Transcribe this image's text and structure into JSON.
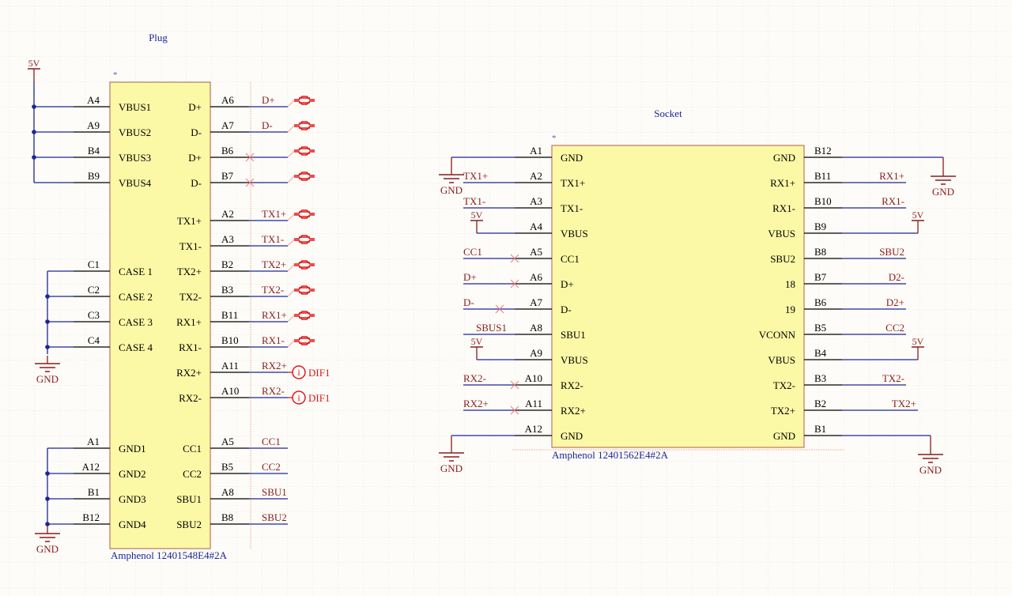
{
  "colors": {
    "background": "#fdfcf8",
    "grid": "#ece9e0",
    "component_fill": "#fcf9a6",
    "component_border": "#b35a4a",
    "pin": "#000000",
    "wire": "#1c2596",
    "net_label": "#8a1c1c",
    "power": "#8a1c1c",
    "title": "#1c2596",
    "no_connect": "#f07878",
    "port": "#e01818"
  },
  "plug": {
    "title": "Plug",
    "designator": "*",
    "part": "Amphenol 12401548E4#2A",
    "left_pins": [
      {
        "num": "A4",
        "name": "VBUS1",
        "net": "5V"
      },
      {
        "num": "A9",
        "name": "VBUS2",
        "net": "5V"
      },
      {
        "num": "B4",
        "name": "VBUS3",
        "net": "5V"
      },
      {
        "num": "B9",
        "name": "VBUS4",
        "net": "5V"
      },
      {
        "num": "C1",
        "name": "CASE 1",
        "net": "GND"
      },
      {
        "num": "C2",
        "name": "CASE 2",
        "net": "GND"
      },
      {
        "num": "C3",
        "name": "CASE 3",
        "net": "GND"
      },
      {
        "num": "C4",
        "name": "CASE 4",
        "net": "GND"
      },
      {
        "num": "A1",
        "name": "GND1",
        "net": "GND"
      },
      {
        "num": "A12",
        "name": "GND2",
        "net": "GND"
      },
      {
        "num": "B1",
        "name": "GND3",
        "net": "GND"
      },
      {
        "num": "B12",
        "name": "GND4",
        "net": "GND"
      }
    ],
    "right_pins": [
      {
        "num": "A6",
        "name": "D+",
        "net": "D+",
        "end": "diffpair",
        "nc": false
      },
      {
        "num": "A7",
        "name": "D-",
        "net": "D-",
        "end": "diffpair",
        "nc": false
      },
      {
        "num": "B6",
        "name": "D+",
        "net": "",
        "end": "diffpair",
        "nc": true
      },
      {
        "num": "B7",
        "name": "D-",
        "net": "",
        "end": "diffpair",
        "nc": true
      },
      {
        "num": "A2",
        "name": "TX1+",
        "net": "TX1+",
        "end": "diffpair",
        "nc": false
      },
      {
        "num": "A3",
        "name": "TX1-",
        "net": "TX1-",
        "end": "diffpair",
        "nc": false
      },
      {
        "num": "B2",
        "name": "TX2+",
        "net": "TX2+",
        "end": "diffpair",
        "nc": false
      },
      {
        "num": "B3",
        "name": "TX2-",
        "net": "TX2-",
        "end": "diffpair",
        "nc": false
      },
      {
        "num": "B11",
        "name": "RX1+",
        "net": "RX1+",
        "end": "diffpair",
        "nc": false
      },
      {
        "num": "B10",
        "name": "RX1-",
        "net": "RX1-",
        "end": "diffpair",
        "nc": false
      },
      {
        "num": "A11",
        "name": "RX2+",
        "net": "RX2+",
        "end": "dif",
        "nc": false
      },
      {
        "num": "A10",
        "name": "RX2-",
        "net": "RX2-",
        "end": "dif",
        "nc": false
      },
      {
        "num": "A5",
        "name": "CC1",
        "net": "CC1",
        "end": "none",
        "nc": false
      },
      {
        "num": "B5",
        "name": "CC2",
        "net": "CC2",
        "end": "none",
        "nc": false
      },
      {
        "num": "A8",
        "name": "SBU1",
        "net": "SBU1",
        "end": "none",
        "nc": false
      },
      {
        "num": "B8",
        "name": "SBU2",
        "net": "SBU2",
        "end": "none",
        "nc": false
      }
    ],
    "dif_label": "DIF1",
    "dif_icon_glyph": "i",
    "power_5v": "5V",
    "gnd_label": "GND"
  },
  "socket": {
    "title": "Socket",
    "designator": "*",
    "part": "Amphenol 12401562E4#2A",
    "left_pins": [
      {
        "num": "A1",
        "name": "GND",
        "net": "GND",
        "type": "gnd",
        "nc": false
      },
      {
        "num": "A2",
        "name": "TX1+",
        "net": "TX1+",
        "type": "net",
        "nc": false
      },
      {
        "num": "A3",
        "name": "TX1-",
        "net": "TX1-",
        "type": "net",
        "nc": false
      },
      {
        "num": "A4",
        "name": "VBUS",
        "net": "5V",
        "type": "pwr",
        "nc": false
      },
      {
        "num": "A5",
        "name": "CC1",
        "net": "CC1",
        "type": "net",
        "nc": true
      },
      {
        "num": "A6",
        "name": "D+",
        "net": "D+",
        "type": "net",
        "nc": true
      },
      {
        "num": "A7",
        "name": "D-",
        "net": "D-",
        "type": "net",
        "nc": true
      },
      {
        "num": "A8",
        "name": "SBU1",
        "net": "SBUS1",
        "type": "net",
        "nc": false
      },
      {
        "num": "A9",
        "name": "VBUS",
        "net": "5V",
        "type": "pwr",
        "nc": false
      },
      {
        "num": "A10",
        "name": "RX2-",
        "net": "RX2-",
        "type": "net",
        "nc": true
      },
      {
        "num": "A11",
        "name": "RX2+",
        "net": "RX2+",
        "type": "net",
        "nc": true
      },
      {
        "num": "A12",
        "name": "GND",
        "net": "GND",
        "type": "gnd",
        "nc": false
      }
    ],
    "right_pins": [
      {
        "num": "B12",
        "name": "GND",
        "net": "GND",
        "type": "gnd"
      },
      {
        "num": "B11",
        "name": "RX1+",
        "net": "RX1+",
        "type": "net"
      },
      {
        "num": "B10",
        "name": "RX1-",
        "net": "RX1-",
        "type": "net"
      },
      {
        "num": "B9",
        "name": "VBUS",
        "net": "5V",
        "type": "pwr"
      },
      {
        "num": "B8",
        "name": "SBU2",
        "net": "SBU2",
        "type": "net"
      },
      {
        "num": "B7",
        "name": "18",
        "net": "D2-",
        "type": "net"
      },
      {
        "num": "B6",
        "name": "19",
        "net": "D2+",
        "type": "net"
      },
      {
        "num": "B5",
        "name": "VCONN",
        "net": "CC2",
        "type": "net"
      },
      {
        "num": "B4",
        "name": "VBUS",
        "net": "5V",
        "type": "pwr"
      },
      {
        "num": "B3",
        "name": "TX2-",
        "net": "TX2-",
        "type": "net"
      },
      {
        "num": "B2",
        "name": "TX2+",
        "net": "TX2+",
        "type": "net"
      },
      {
        "num": "B1",
        "name": "GND",
        "net": "GND",
        "type": "gnd"
      }
    ],
    "power_5v": "5V",
    "gnd_label": "GND"
  }
}
